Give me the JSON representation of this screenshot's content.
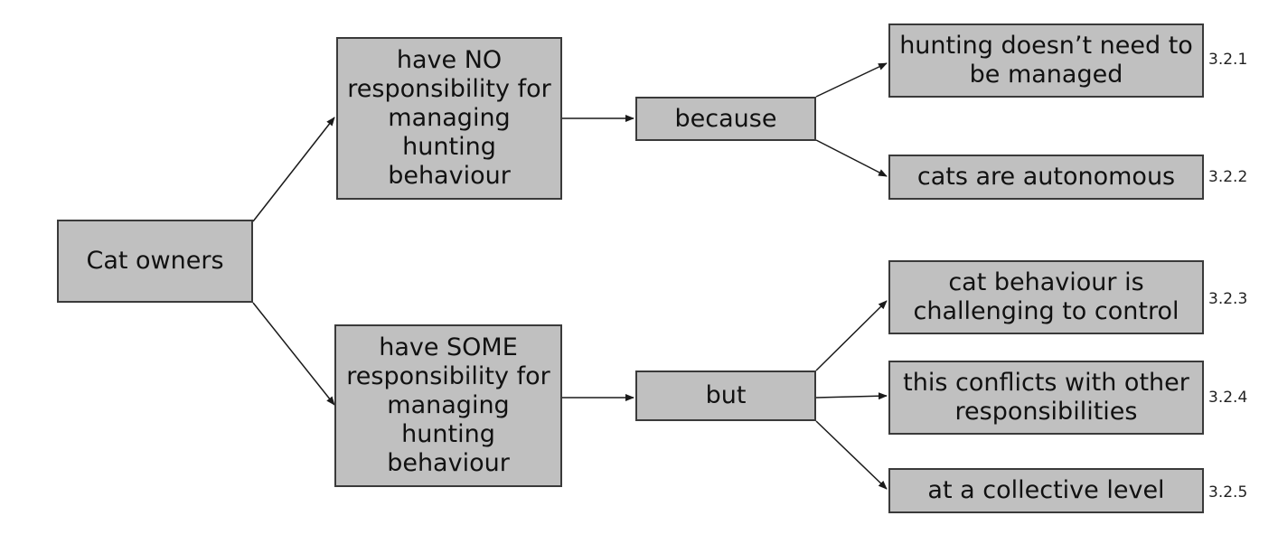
{
  "diagram": {
    "root": "Cat owners",
    "no_responsibility": "have NO responsibility for managing hunting behaviour",
    "some_responsibility": "have SOME responsibility for managing hunting behaviour",
    "because": "because",
    "but": "but",
    "leaves": {
      "hunting_not_managed": {
        "text": "hunting doesn’t need to be managed",
        "ref": "3.2.1"
      },
      "cats_autonomous": {
        "text": "cats are autonomous",
        "ref": "3.2.2"
      },
      "challenging": {
        "text": "cat behaviour is challenging to control",
        "ref": "3.2.3"
      },
      "conflicts": {
        "text": "this conflicts with other responsibilities",
        "ref": "3.2.4"
      },
      "collective": {
        "text": "at a collective level",
        "ref": "3.2.5"
      }
    }
  },
  "colors": {
    "box_fill": "#c0c0c0",
    "box_border": "#3a3a3a",
    "arrow": "#1a1a1a",
    "text": "#111111"
  }
}
